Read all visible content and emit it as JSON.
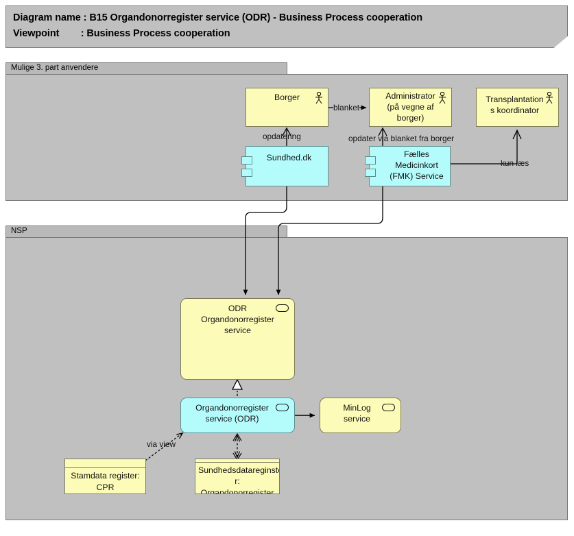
{
  "header": {
    "line1_key": "Diagram name :",
    "line1_value": " B15 Organdonorregister service (ODR) - Business Process cooperation",
    "line2_key": "Viewpoint",
    "line2_value": "        : Business Process cooperation"
  },
  "groups": [
    {
      "id": "third-party",
      "label": "Mulige 3. part anvendere"
    },
    {
      "id": "nsp",
      "label": "NSP"
    }
  ],
  "nodes": {
    "borger": {
      "label": "Borger",
      "icon": "actor-icon"
    },
    "administrator": {
      "label": "Administrator\n(på vegne af\nborger)",
      "icon": "actor-icon"
    },
    "transplantation": {
      "label": "Transplantation\ns koordinator",
      "icon": "actor-icon"
    },
    "sundhed_dk": {
      "label": "Sundhed.dk",
      "icon": "component-icon"
    },
    "fmk": {
      "label": "Fælles\nMedicinkort\n(FMK) Service",
      "icon": "component-icon"
    },
    "odr_service": {
      "label": "ODR\nOrgandonorregister\nservice",
      "icon": "service-icon"
    },
    "odr_app_service": {
      "label": "Organdonorregister\nservice (ODR)",
      "icon": "service-icon"
    },
    "minlog": {
      "label": "MinLog\nservice",
      "icon": "service-icon"
    },
    "cpr": {
      "label": "Stamdata register:\nCPR",
      "icon": "data-object-icon"
    },
    "sundhedsdataregister": {
      "label": "Sundhedsdatareginste\nr:\nOrgandonorregister",
      "icon": "data-object-icon"
    }
  },
  "edges": [
    {
      "id": "blanket",
      "label": "blanket"
    },
    {
      "id": "opdatering",
      "label": "opdatering"
    },
    {
      "id": "opdater-blanket",
      "label": "opdater via blanket fra borger"
    },
    {
      "id": "kun-laes",
      "label": "kun læs"
    },
    {
      "id": "via-view",
      "label": "via view"
    }
  ],
  "colors": {
    "background": "#ffffff",
    "group_fill": "#c0c0c0",
    "group_tab_fill": "#b9b9b9",
    "group_border": "#7a7a7a",
    "business_yellow": "#fcfcb8",
    "business_border": "#7d7d5a",
    "application_cyan": "#b4fcfc",
    "application_border": "#5a8f8f",
    "line": "#000000",
    "text": "#111111"
  }
}
